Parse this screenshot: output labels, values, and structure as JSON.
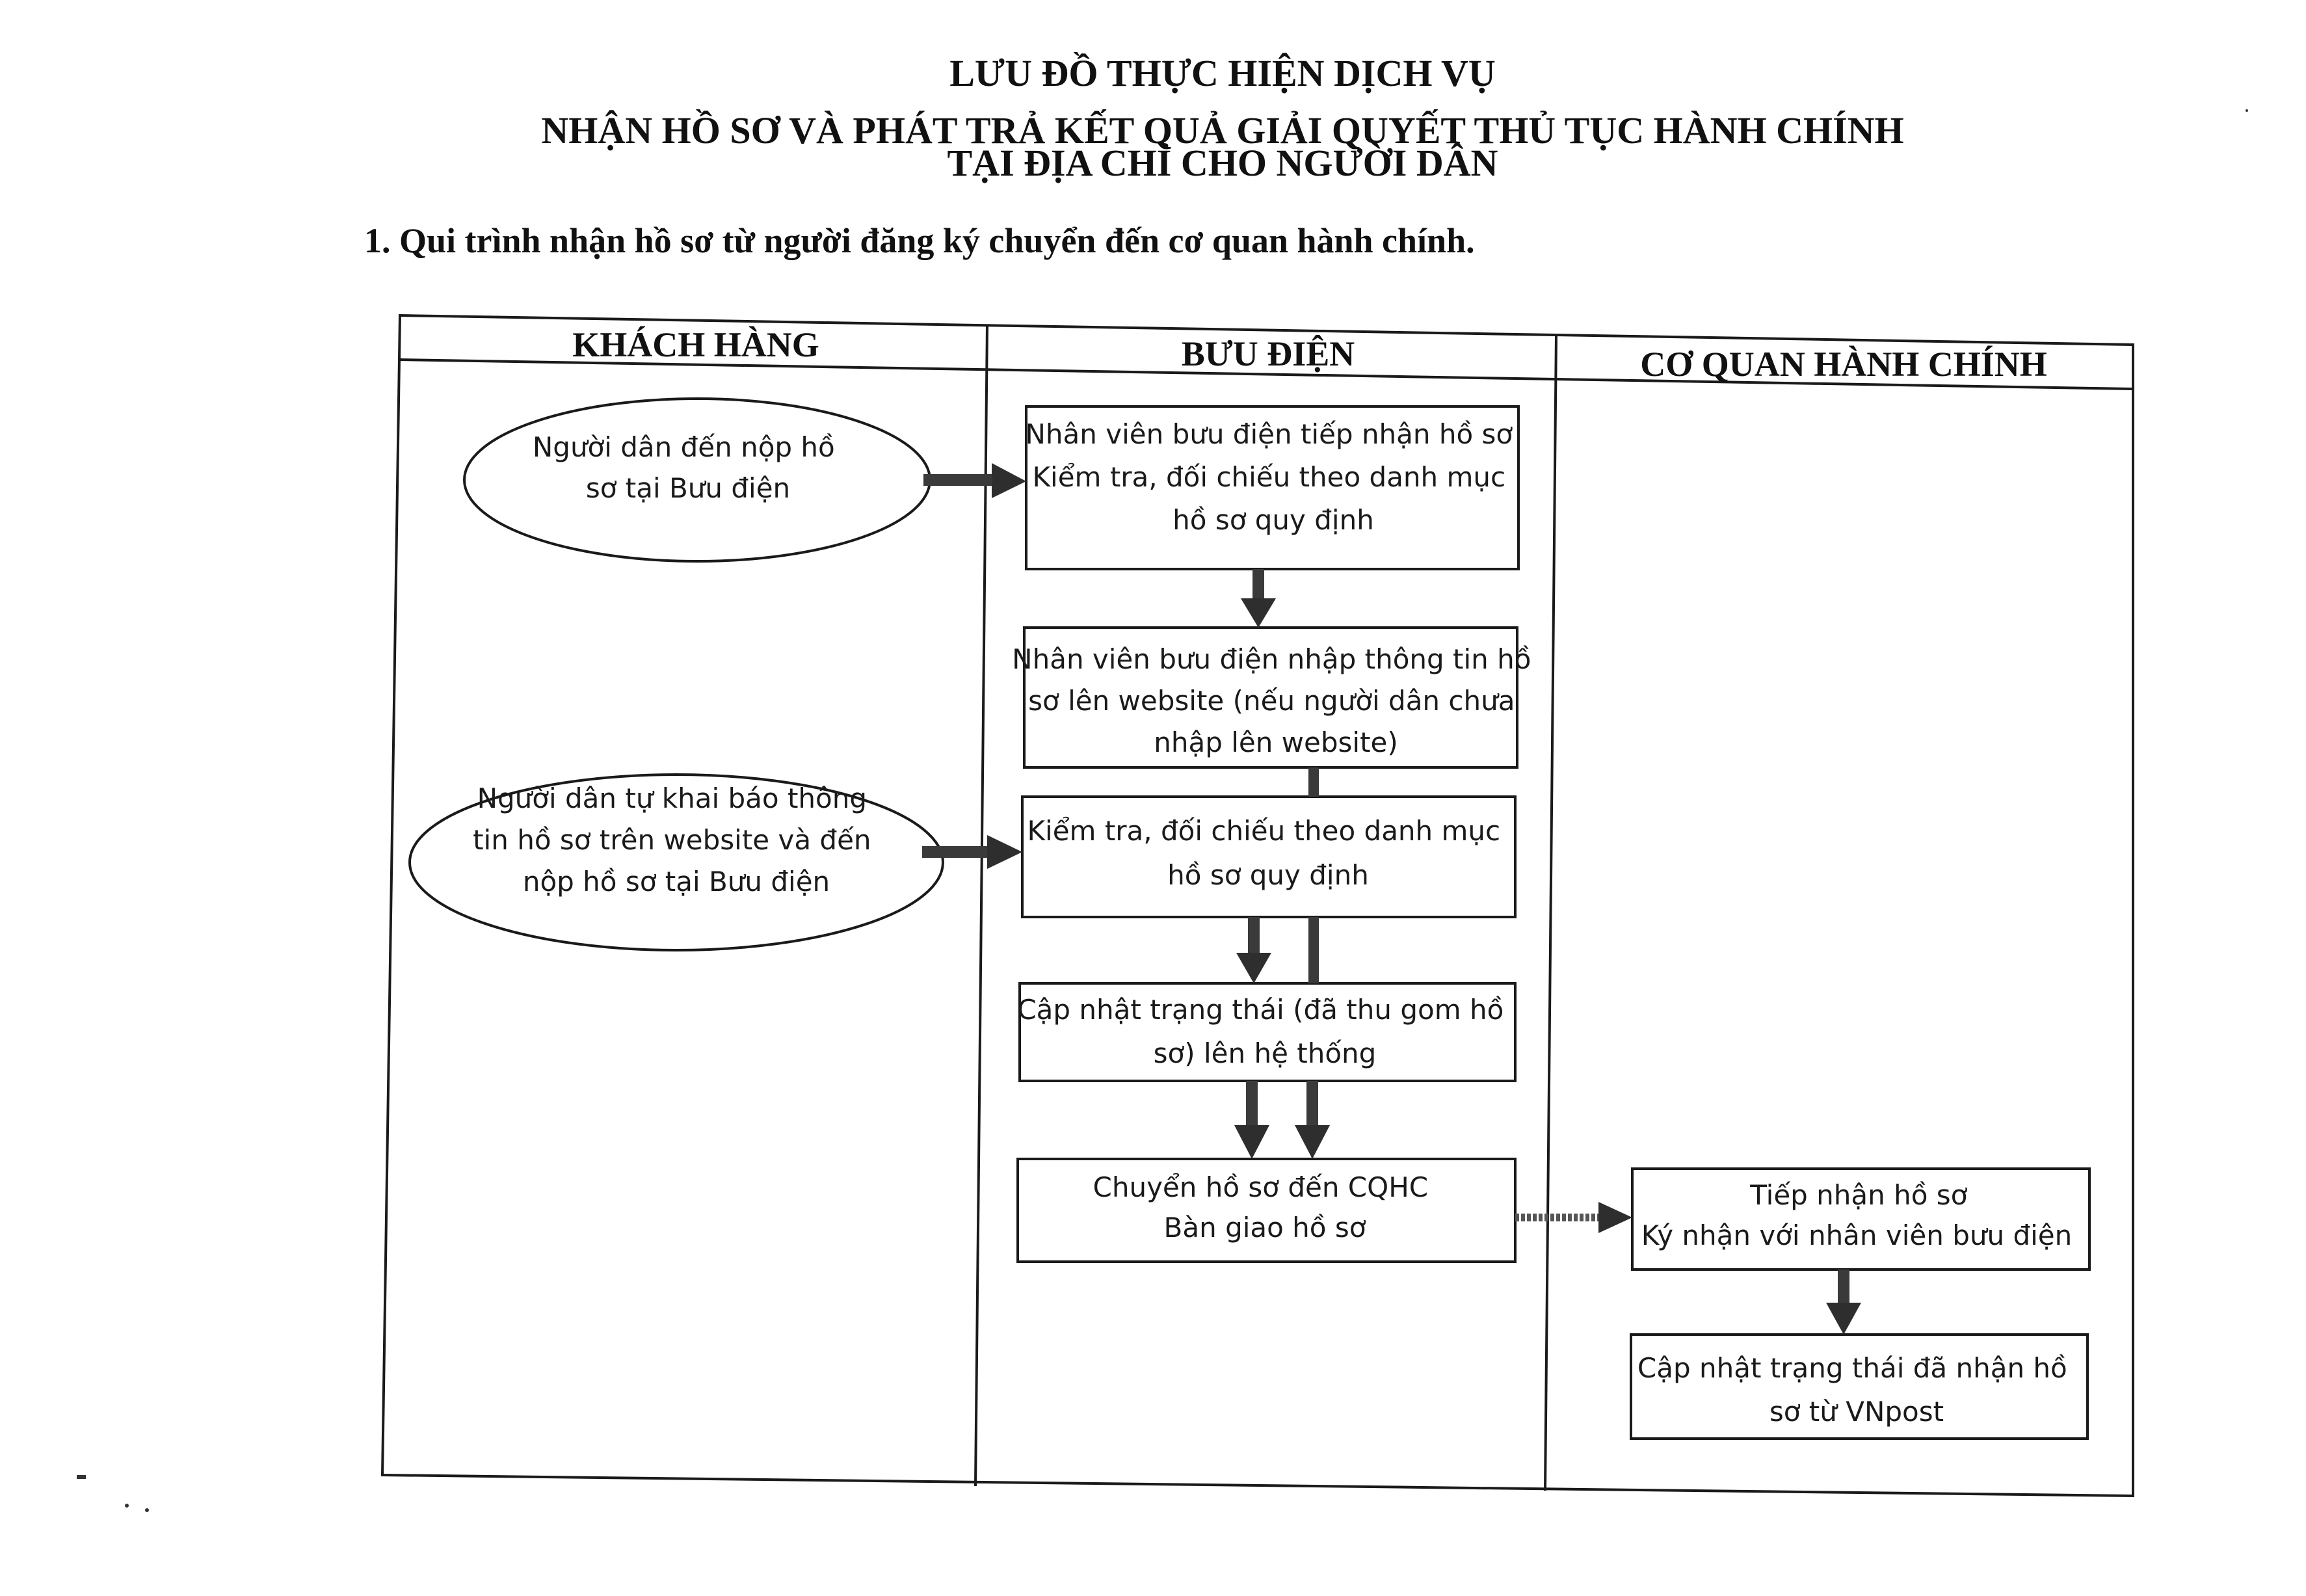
{
  "title": {
    "line1": "LƯU ĐỒ THỰC HIỆN DỊCH VỤ",
    "line2": "NHẬN HỒ SƠ VÀ PHÁT TRẢ KẾT QUẢ GIẢI QUYẾT THỦ TỤC HÀNH CHÍNH",
    "line3": "TẠI  ĐỊA CHỈ CHO NGƯỜI DÂN"
  },
  "section_heading": "1.  Qui trình nhận hồ sơ từ người đăng ký chuyển đến cơ quan hành chính.",
  "lanes": {
    "customer": "KHÁCH HÀNG",
    "post_office": "BƯU ĐIỆN",
    "agency": "CƠ QUAN HÀNH CHÍNH"
  },
  "nodes": {
    "start_submit_at_post": [
      "Người dân đến nộp hồ",
      "sơ tại Bưu điện"
    ],
    "start_self_declare": [
      "Người dân tự khai báo thông",
      "tin hồ sơ  trên website và đến",
      "nộp hồ sơ tại Bưu điện"
    ],
    "receive_check": [
      "Nhân viên bưu điện tiếp nhận hồ sơ",
      "Kiểm tra, đối chiếu theo danh mục",
      "hồ sơ quy định"
    ],
    "enter_website": [
      "Nhân viên bưu điện nhập thông tin hồ",
      "sơ lên website (nếu người  dân chưa",
      "nhập lên website)"
    ],
    "check_list": [
      "Kiểm tra, đối chiếu theo danh mục",
      "hồ sơ quy định"
    ],
    "update_status": [
      "Cập nhật trạng thái (đã thu gom hồ",
      "sơ) lên hệ thống"
    ],
    "transfer": [
      "Chuyển hồ sơ đến CQHC",
      "Bàn giao hồ sơ"
    ],
    "agency_receive": [
      "Tiếp nhận hồ sơ",
      "Ký nhận với nhân viên bưu điện"
    ],
    "agency_update": [
      "Cập nhật trạng thái đã nhận hồ",
      "sơ từ VNpost"
    ]
  }
}
